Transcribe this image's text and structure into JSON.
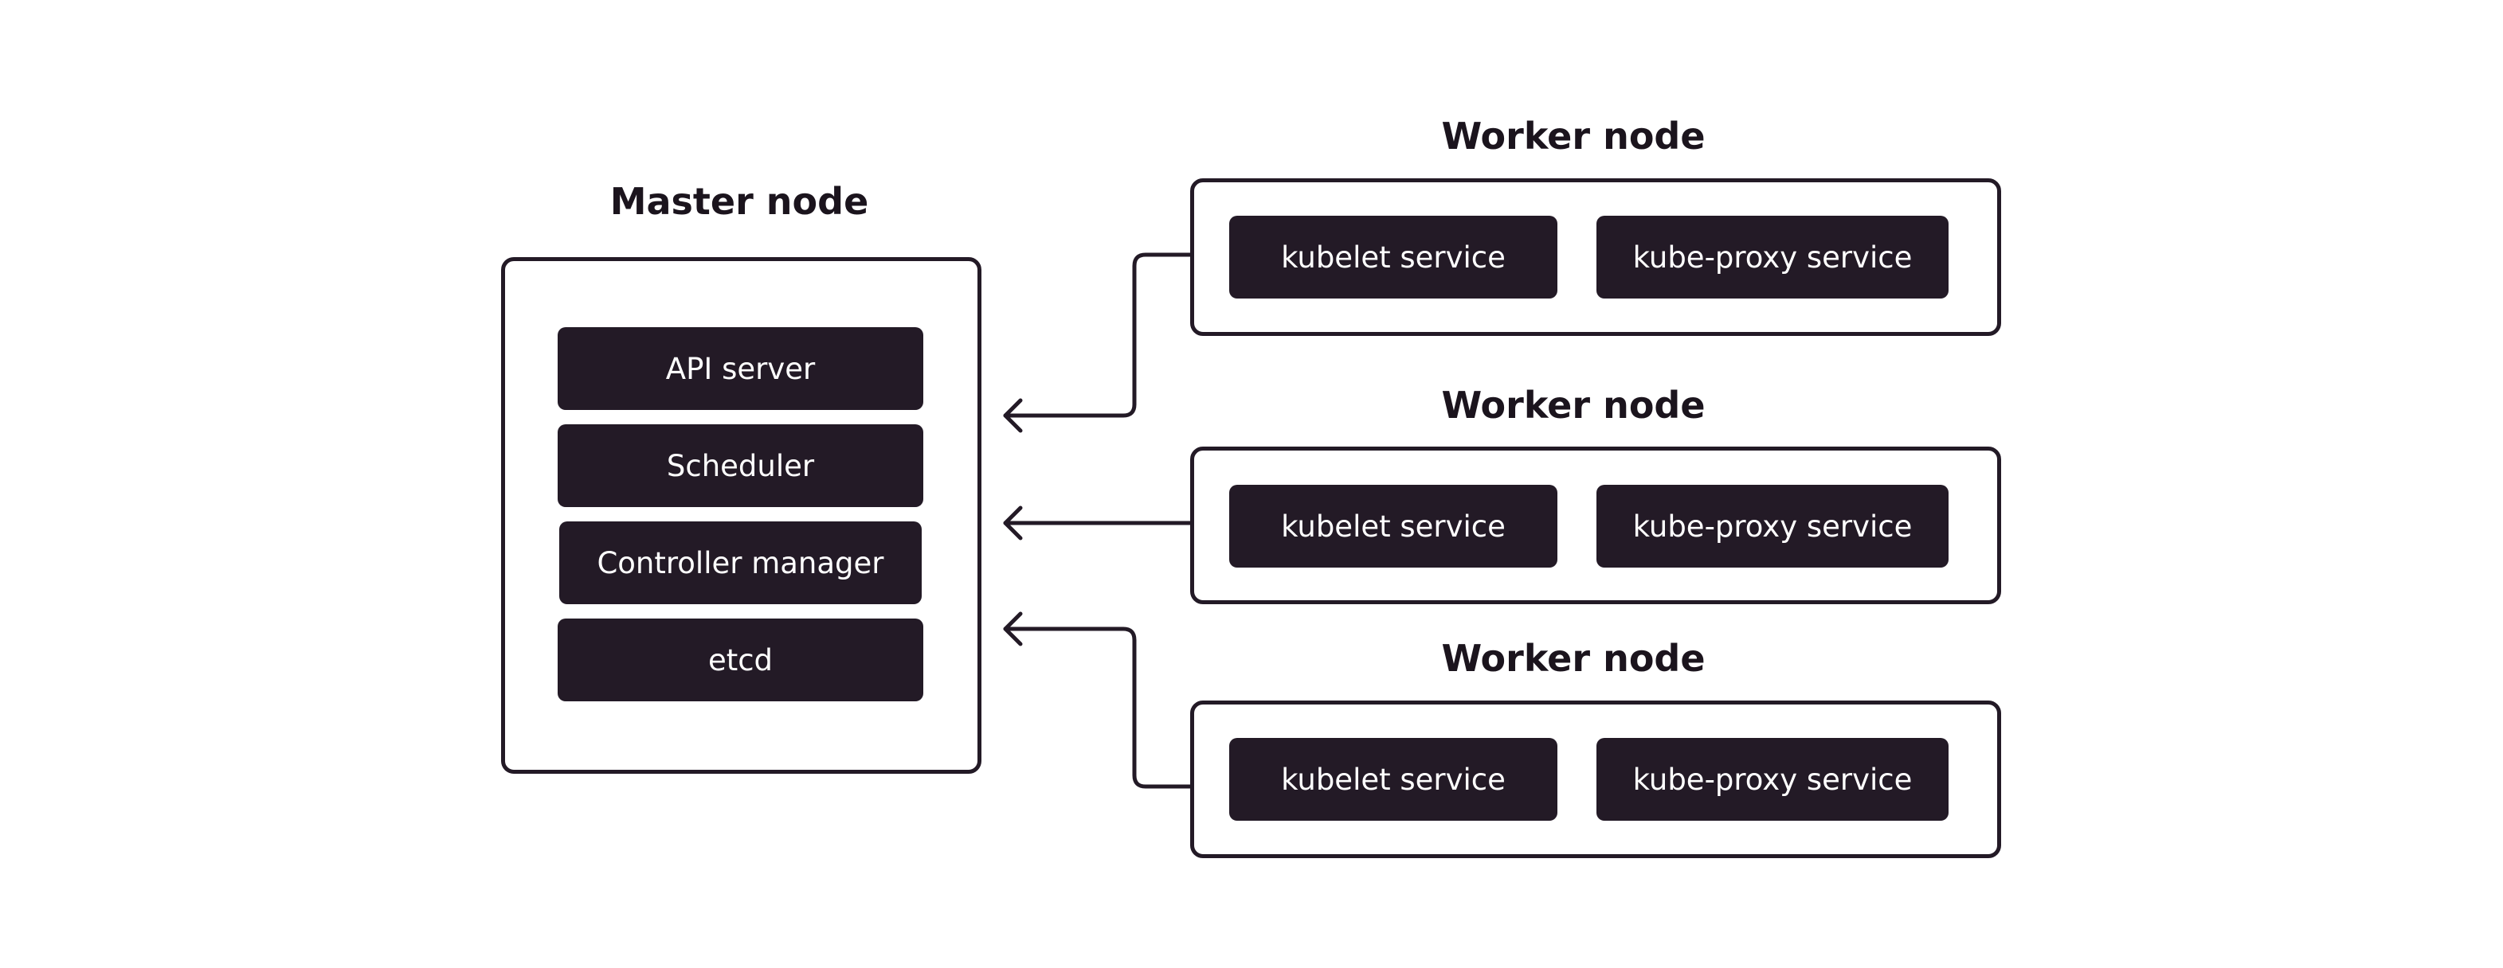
{
  "master": {
    "title": "Master node",
    "components": [
      "API server",
      "Scheduler",
      "Controller manager",
      "etcd"
    ]
  },
  "workers": [
    {
      "title": "Worker node",
      "services": [
        "kubelet service",
        "kube-proxy service"
      ]
    },
    {
      "title": "Worker node",
      "services": [
        "kubelet service",
        "kube-proxy service"
      ]
    },
    {
      "title": "Worker node",
      "services": [
        "kubelet service",
        "kube-proxy service"
      ]
    }
  ],
  "colors": {
    "dark": "#231a26",
    "text_light": "#ffffff",
    "background": "#ffffff"
  }
}
